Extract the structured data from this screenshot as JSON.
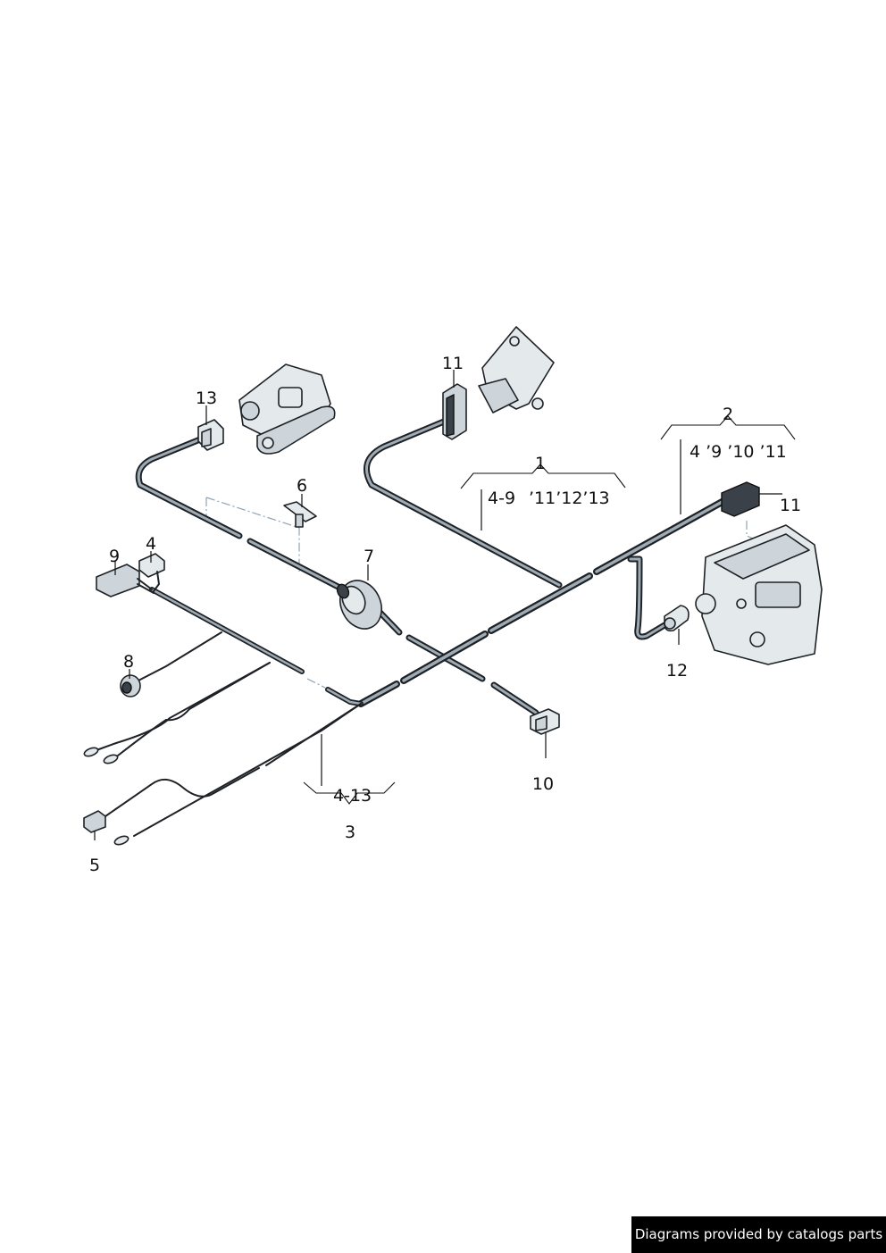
{
  "callouts": {
    "c1": "1",
    "c2": "2",
    "c3": "3",
    "c4": "4",
    "c5": "5",
    "c6": "6",
    "c7": "7",
    "c8": "8",
    "c9": "9",
    "c10": "10",
    "c11a": "11",
    "c11b": "11",
    "c12": "12",
    "c13": "13"
  },
  "ranges": {
    "r1_a": "4-9",
    "r1_b": "’11’12’13",
    "r2": "4 ’9 ’10 ’11",
    "r3": "4-13"
  },
  "credit": "Diagrams provided by catalogs parts"
}
